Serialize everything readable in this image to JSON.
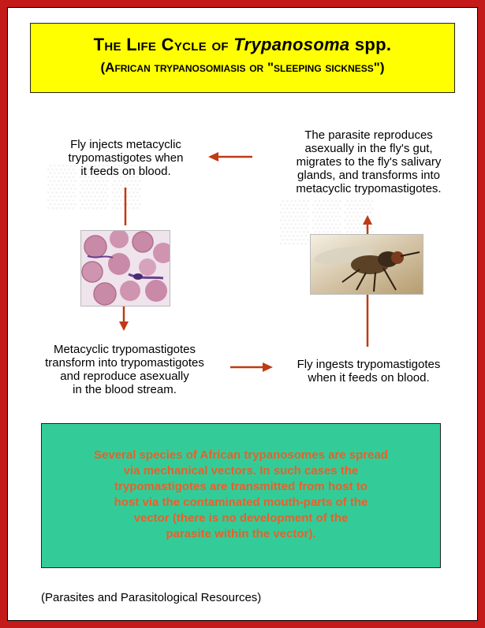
{
  "title": {
    "line1_prefix": "The Life Cycle of ",
    "line1_italic": "Trypanosoma",
    "line1_suffix": " spp.",
    "line2": "(African trypanosomiasis or \"sleeping sickness\")"
  },
  "steps": {
    "fly_injects": [
      "Fly injects metacyclic",
      "trypomastigotes when",
      "it feeds on blood."
    ],
    "parasite_reproduces": [
      "The parasite reproduces",
      "asexually in the fly's gut,",
      "migrates to the fly's salivary",
      "glands, and transforms into",
      "metacyclic trypomastigotes."
    ],
    "metacyclic_transform": [
      "Metacyclic trypomastigotes",
      "transform into trypomastigotes",
      "and reproduce asexually",
      "in the blood stream."
    ],
    "fly_ingests": [
      "Fly ingests trypomastigotes",
      "when it feeds on blood."
    ]
  },
  "note": [
    "Several species of African trypanosomes are spread",
    "via mechanical vectors.  In such cases the",
    "trypomastigotes are transmitted from host to",
    "host via the contaminated mouth-parts of the",
    "vector (there is no development of the",
    "parasite within the vector)."
  ],
  "credit": "(Parasites and Parasitological Resources)",
  "colors": {
    "frame": "#c41a1a",
    "title_bg": "#ffff00",
    "arrow": "#c03a16",
    "note_bg": "#33cc99",
    "note_text": "#e8602a"
  },
  "icons": [
    "blood-smear-image",
    "tsetse-fly-image"
  ]
}
